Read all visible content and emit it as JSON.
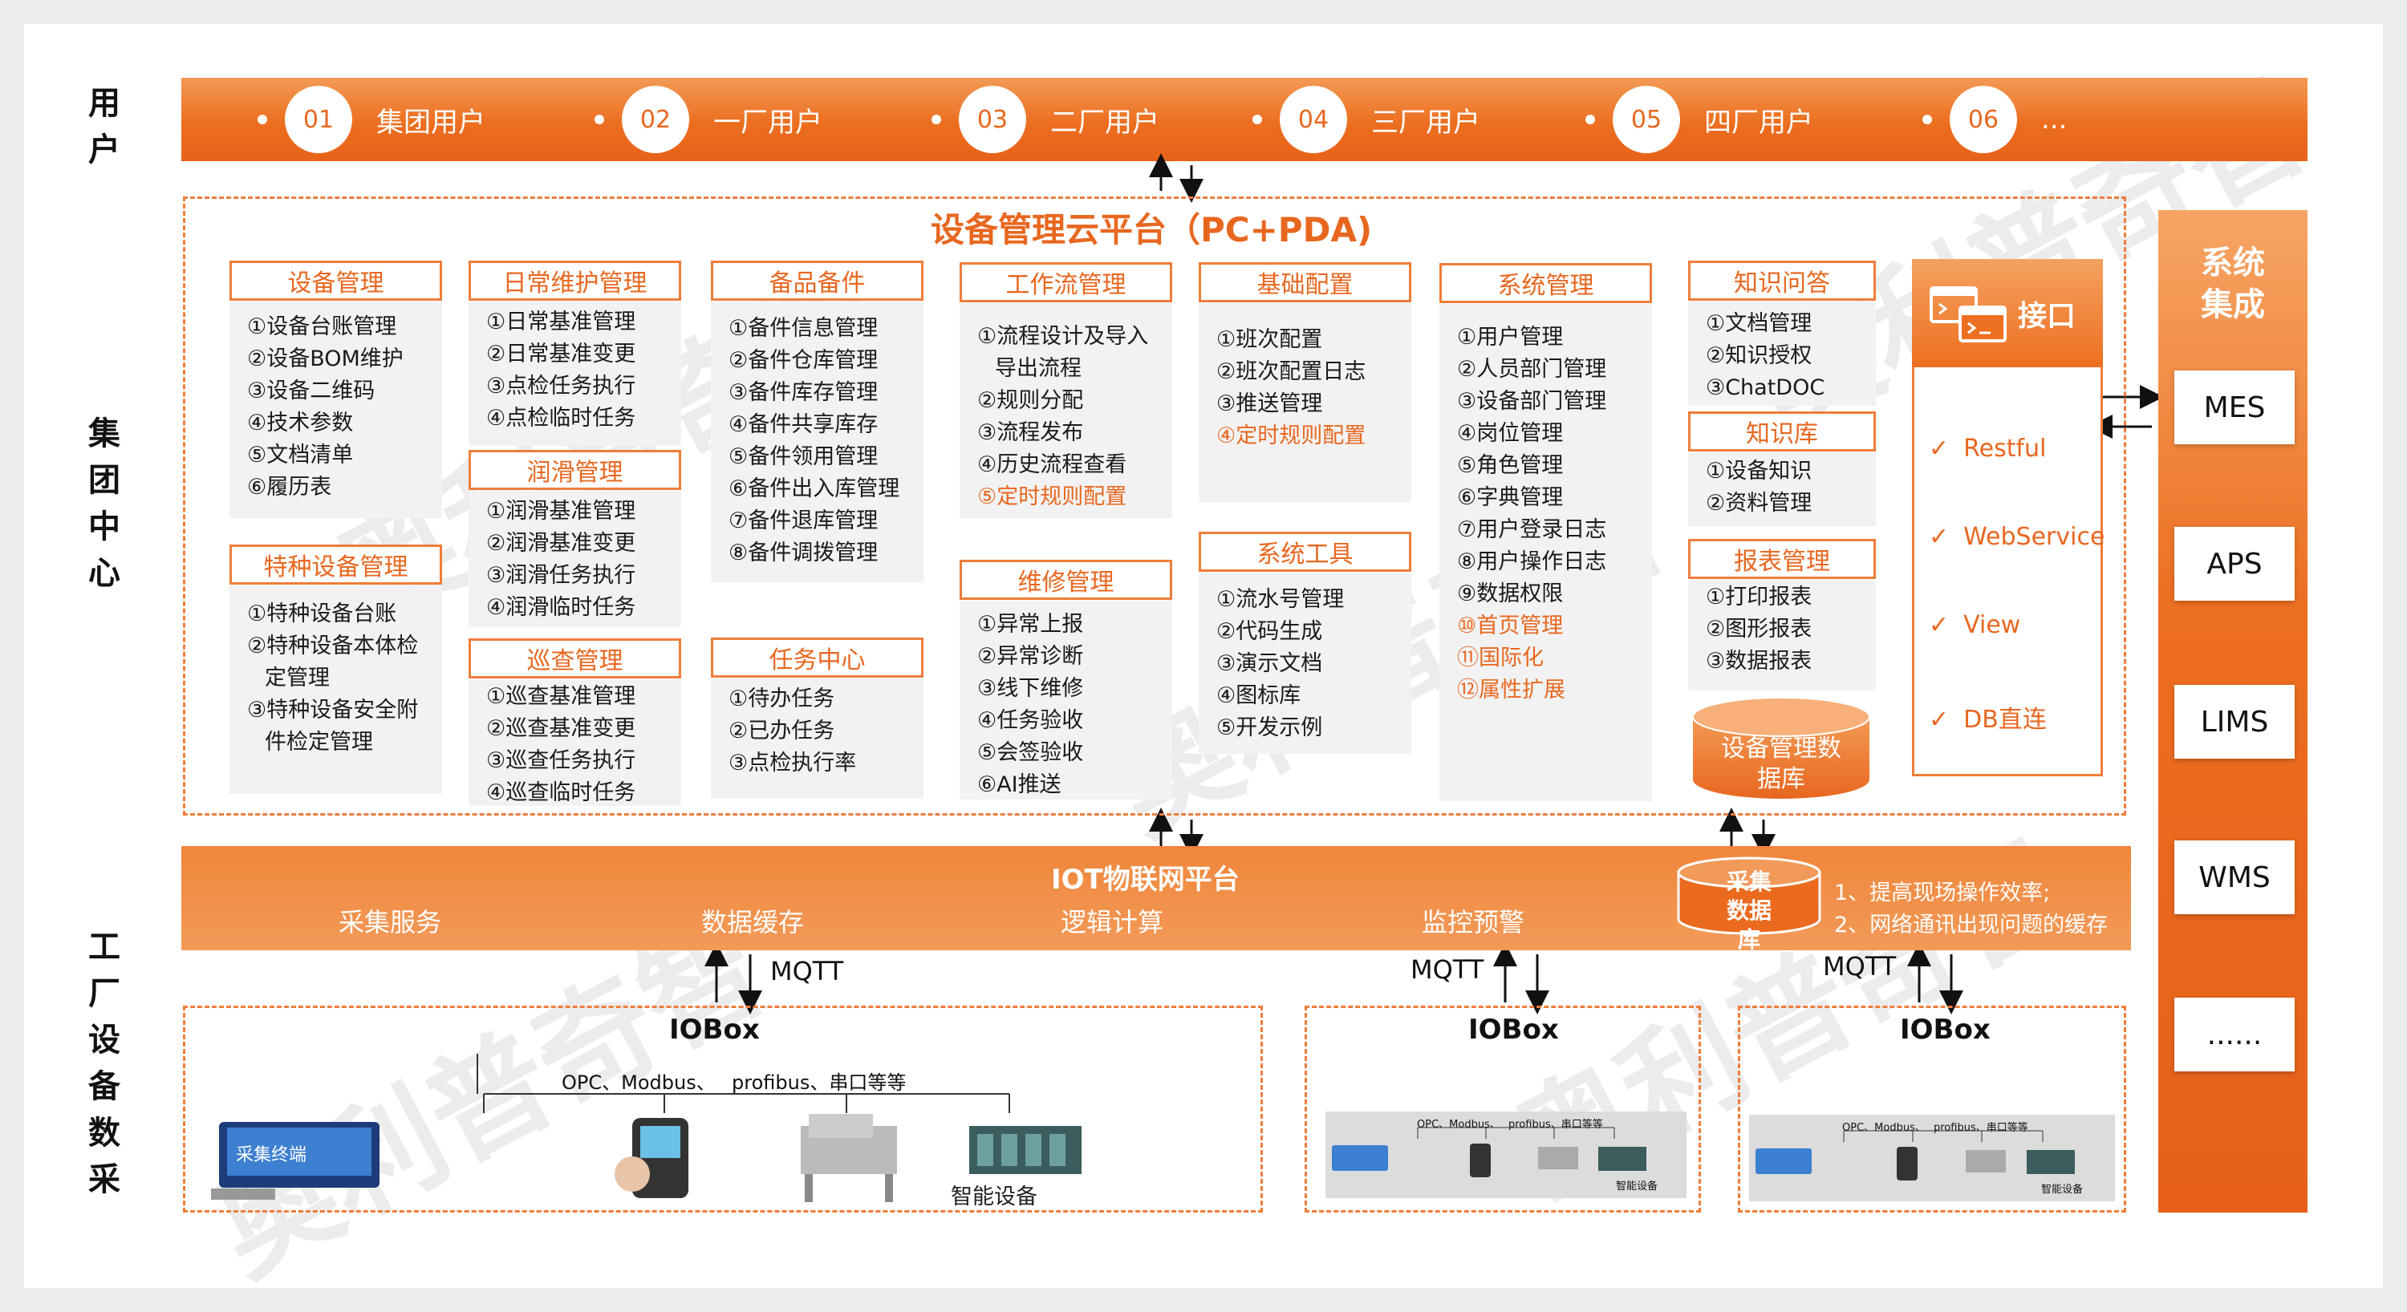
{
  "side_labels": {
    "user": "用户",
    "group": "集团中心",
    "factory": "工厂设备数采"
  },
  "users": [
    {
      "num": "01",
      "label": "集团用户"
    },
    {
      "num": "02",
      "label": "一厂用户"
    },
    {
      "num": "03",
      "label": "二厂用户"
    },
    {
      "num": "04",
      "label": "三厂用户"
    },
    {
      "num": "05",
      "label": "四厂用户"
    },
    {
      "num": "06",
      "label": "..."
    }
  ],
  "platform_title": "设备管理云平台（PC+PDA)",
  "modules": {
    "equipment": {
      "title": "设备管理",
      "items": [
        "①设备台账管理",
        "②设备BOM维护",
        "③设备二维码",
        "④技术参数",
        "⑤文档清单",
        "⑥履历表"
      ]
    },
    "special": {
      "title": "特种设备管理",
      "items": [
        "①特种设备台账",
        "②特种设备本体检",
        "定管理",
        "③特种设备安全附",
        "件检定管理"
      ]
    },
    "daily": {
      "title": "日常维护管理",
      "items": [
        "①日常基准管理",
        "②日常基准变更",
        "③点检任务执行",
        "④点检临时任务"
      ]
    },
    "lubrication": {
      "title": "润滑管理",
      "items": [
        "①润滑基准管理",
        "②润滑基准变更",
        "③润滑任务执行",
        "④润滑临时任务"
      ]
    },
    "inspection": {
      "title": "巡查管理",
      "items": [
        "①巡查基准管理",
        "②巡查基准变更",
        "③巡查任务执行",
        "④巡查临时任务"
      ]
    },
    "spare": {
      "title": "备品备件",
      "items": [
        "①备件信息管理",
        "②备件仓库管理",
        "③备件库存管理",
        "④备件共享库存",
        "⑤备件领用管理",
        "⑥备件出入库管理",
        "⑦备件退库管理",
        "⑧备件调拨管理"
      ]
    },
    "task": {
      "title": "任务中心",
      "items": [
        "①待办任务",
        "②已办任务",
        "③点检执行率"
      ]
    },
    "workflow": {
      "title": "工作流管理",
      "items": [
        "①流程设计及导入",
        "导出流程",
        "②规则分配",
        "③流程发布",
        "④历史流程查看",
        "⑤定时规则配置"
      ]
    },
    "repair": {
      "title": "维修管理",
      "items": [
        "①异常上报",
        "②异常诊断",
        "③线下维修",
        "④任务验收",
        "⑤会签验收",
        "⑥AI推送"
      ]
    },
    "basic": {
      "title": "基础配置",
      "items": [
        "①班次配置",
        "②班次配置日志",
        "③推送管理",
        "④定时规则配置"
      ]
    },
    "tools": {
      "title": "系统工具",
      "items": [
        "①流水号管理",
        "②代码生成",
        "③演示文档",
        "④图标库",
        "⑤开发示例"
      ]
    },
    "system": {
      "title": "系统管理",
      "items": [
        "①用户管理",
        "②人员部门管理",
        "③设备部门管理",
        "④岗位管理",
        "⑤角色管理",
        "⑥字典管理",
        "⑦用户登录日志",
        "⑧用户操作日志",
        "⑨数据权限",
        "⑩首页管理",
        "⑪国际化",
        "⑫属性扩展"
      ]
    },
    "qa": {
      "title": "知识问答",
      "items": [
        "①文档管理",
        "②知识授权",
        "③ChatDOC"
      ]
    },
    "kb": {
      "title": "知识库",
      "items": [
        "①设备知识",
        "②资料管理"
      ]
    },
    "report": {
      "title": "报表管理",
      "items": [
        "①打印报表",
        "②图形报表",
        "③数据报表"
      ]
    }
  },
  "db_label": "设备管理数据库",
  "interface": {
    "title": "接口",
    "items": [
      "Restful",
      "WebService",
      "View",
      "DB直连"
    ],
    "check": "✓"
  },
  "system_integration": {
    "title": "系统集成",
    "items": [
      "MES",
      "APS",
      "LIMS",
      "WMS",
      "......"
    ]
  },
  "iot": {
    "title": "IOT物联网平台",
    "services": [
      "采集服务",
      "数据缓存",
      "逻辑计算",
      "监控预警"
    ],
    "cache_db": "采集数据库",
    "notes": [
      "1、提高现场操作效率;",
      "2、网络通讯出现问题的缓存"
    ]
  },
  "mqtt": "MQTT",
  "iobox": {
    "title": "IOBox",
    "protocols_a": "OPC、Modbus、",
    "protocols_b": "profibus、串口等等",
    "terminal": "采集终端",
    "smart_device": "智能设备"
  },
  "watermark": "奥利普奇智",
  "colors": {
    "accent": "#e8671f",
    "dash": "#ee7d3a",
    "module_bg": "#f2f2f2"
  }
}
